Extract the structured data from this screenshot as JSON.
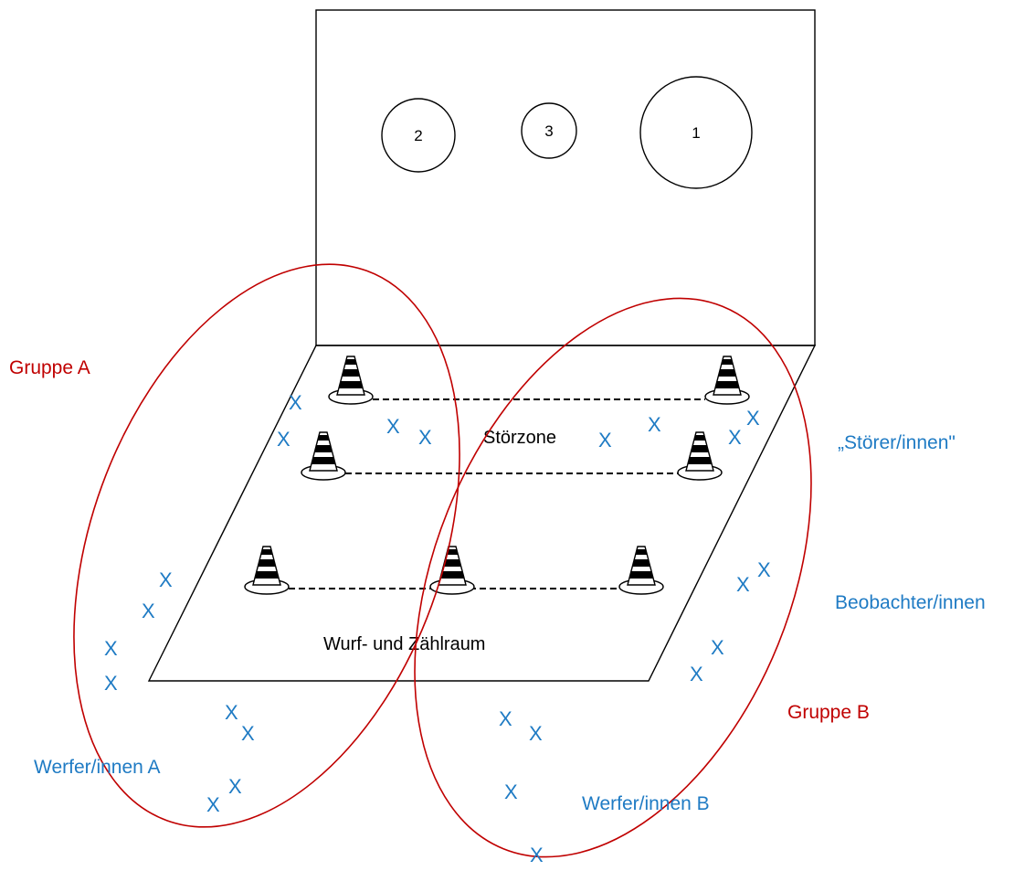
{
  "targets": [
    {
      "label": "2"
    },
    {
      "label": "3"
    },
    {
      "label": "1"
    }
  ],
  "labels": {
    "group_a": "Gruppe A",
    "group_b": "Gruppe B",
    "stoerer": "„Störer/innen\"",
    "beobachter": "Beobachter/innen",
    "werfer_a": "Werfer/innen A",
    "werfer_b": "Werfer/innen B",
    "stoerzone": "Störzone",
    "wurfraum": "Wurf- und Zählraum"
  },
  "player_mark": "X",
  "colors": {
    "group": "#c00000",
    "role": "#1f7bc4",
    "lines": "#000000"
  }
}
